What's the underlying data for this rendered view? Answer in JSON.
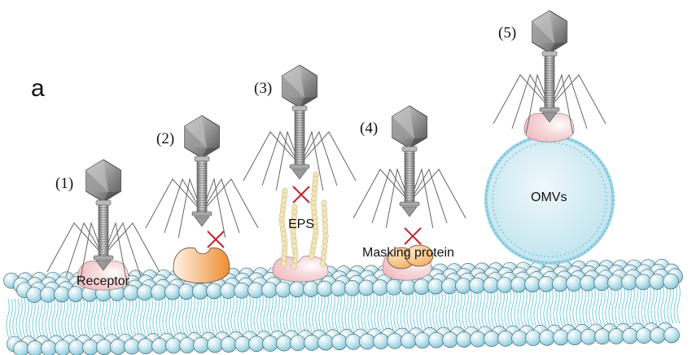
{
  "figure": {
    "panel_label": "a",
    "mechanisms": [
      {
        "id": "1",
        "label": "(1)",
        "annotation": "Receptor",
        "blocked": false
      },
      {
        "id": "2",
        "label": "(2)",
        "annotation": "",
        "blocked": true
      },
      {
        "id": "3",
        "label": "(3)",
        "annotation": "EPS",
        "blocked": true
      },
      {
        "id": "4",
        "label": "(4)",
        "annotation": "Masking protein",
        "blocked": true
      },
      {
        "id": "5",
        "label": "(5)",
        "annotation": "OMVs",
        "blocked": false
      }
    ],
    "colors": {
      "phage_gray": "#8a8a8a",
      "receptor_pink": "#f4c9cc",
      "altered_receptor_orange": "#f0a05a",
      "eps_cream": "#f3e7b8",
      "masking_orange": "#f6c27e",
      "membrane_head": "#bfe4ee",
      "membrane_tail": "#2bb3d0",
      "omv_fill": "#d6eef5",
      "block_cross": "#c0262d"
    }
  }
}
